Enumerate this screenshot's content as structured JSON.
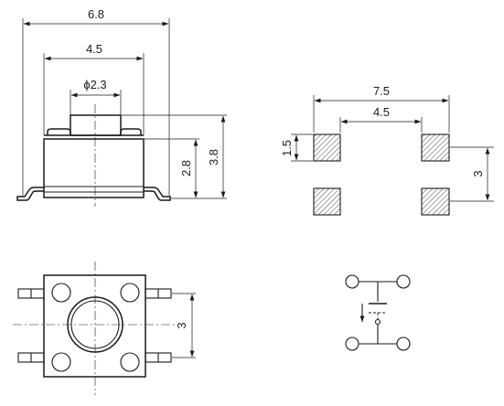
{
  "side_view": {
    "dim_overall_width": "6.8",
    "dim_body_width": "4.5",
    "dim_actuator_diameter": "ϕ2.3",
    "dim_body_height": "2.8",
    "dim_total_height": "3.8"
  },
  "footprint": {
    "dim_pad_span": "7.5",
    "dim_pad_inner_span": "4.5",
    "dim_pad_size": "1.5",
    "dim_pad_pitch": "3"
  },
  "top_view": {
    "dim_pitch": "3"
  }
}
